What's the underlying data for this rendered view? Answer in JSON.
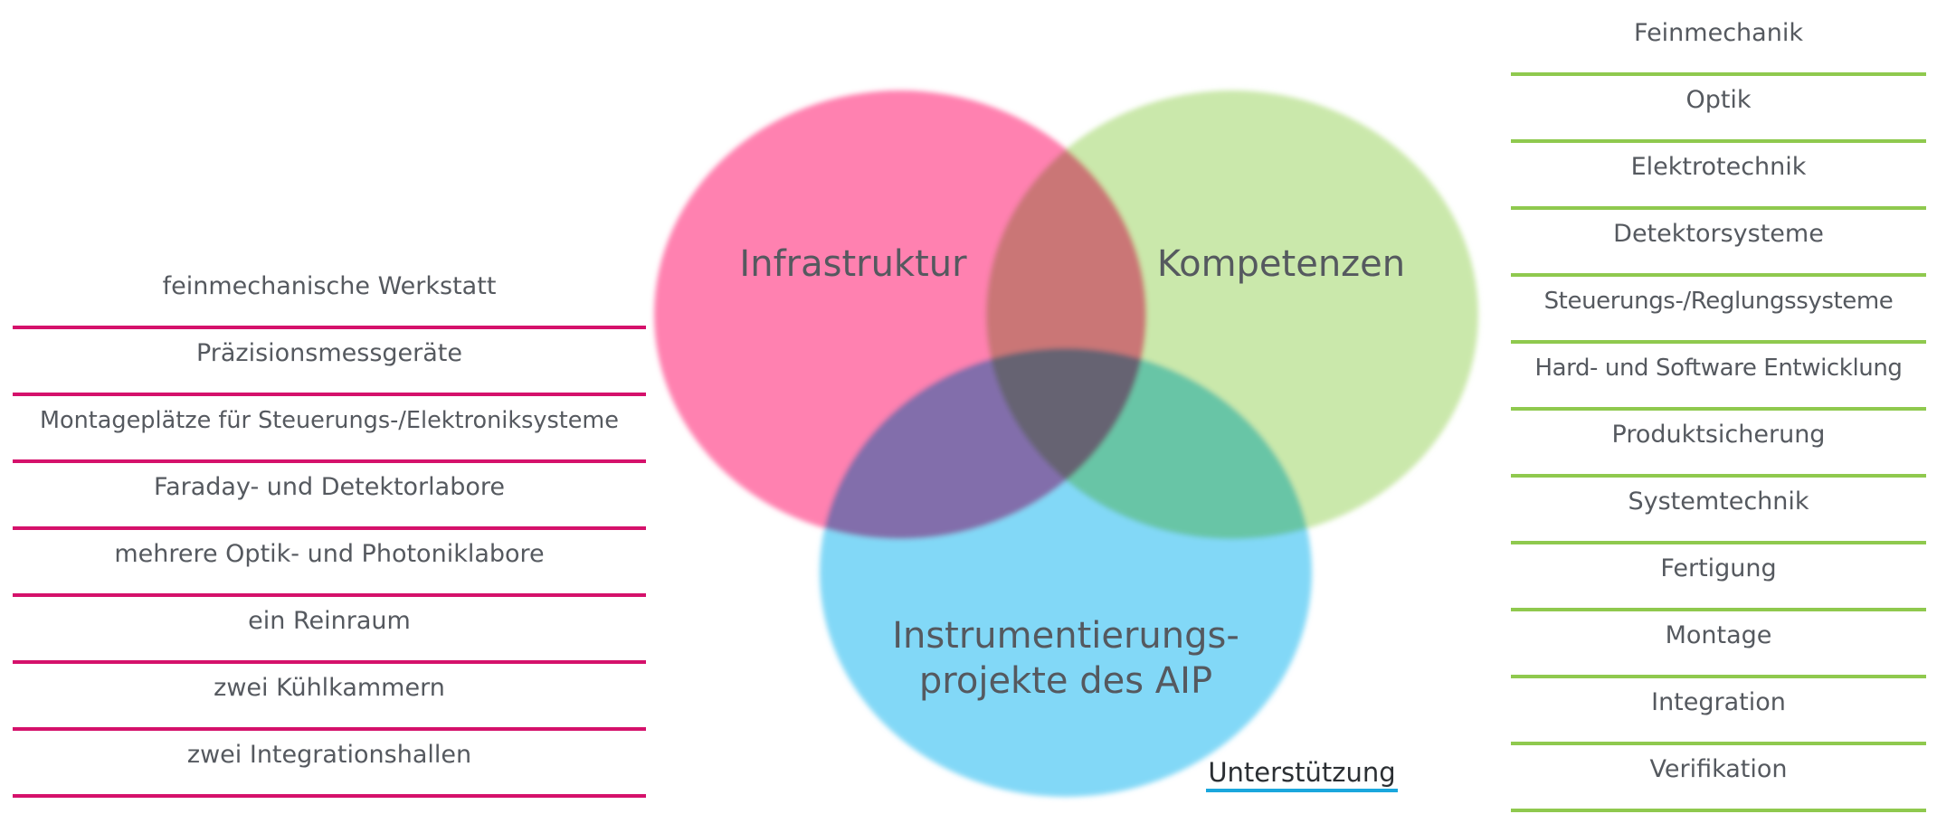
{
  "infrastructure_items": [
    "feinmechanische Werkstatt",
    "Präzisionsmessgeräte",
    "Montageplätze für Steuerungs-/Elektroniksysteme",
    "Faraday- und Detektorlabore",
    "mehrere Optik- und Photoniklabore",
    "ein Reinraum",
    "zwei Kühlkammern",
    "zwei Integrationshallen"
  ],
  "competence_items": [
    "Feinmechanik",
    "Optik",
    "Elektrotechnik",
    "Detektorsysteme",
    "Steuerungs-/Reglungssysteme",
    "Hard- und Software Entwicklung",
    "Produktsicherung",
    "Systemtechnik",
    "Fertigung",
    "Montage",
    "Integration",
    "Verifikation"
  ],
  "venn": {
    "infrastructure_label": "Infrastruktur",
    "competences_label": "Kompetenzen",
    "projects_label_line1": "Instrumentierungs-",
    "projects_label_line2": "projekte des AIP"
  },
  "support_label": "Unterstützung",
  "colors": {
    "infrastructure": "#ff6fa5",
    "competences": "#b5df8a",
    "projects": "#5fcdf5",
    "infrastructure_rule": "#d5116b",
    "competences_rule": "#8fc94e",
    "support_rule": "#1aa7dd"
  }
}
